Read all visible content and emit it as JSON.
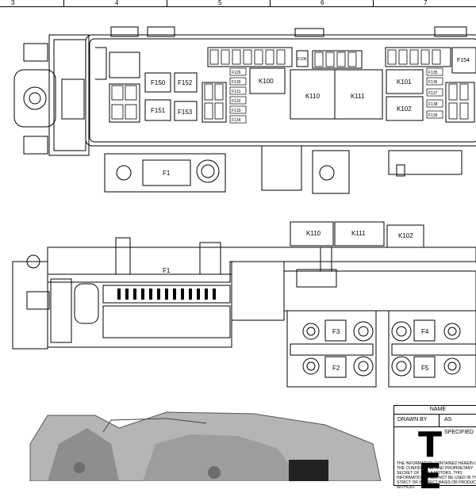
{
  "ruler": {
    "numbers": [
      "3",
      "4",
      "5",
      "6",
      "7"
    ]
  },
  "top_view": {
    "fuses_left": [
      "F150",
      "F152",
      "F151",
      "F153"
    ],
    "fuse_main": "F1",
    "relays": [
      "K100",
      "K110",
      "K111",
      "K101",
      "K102"
    ],
    "mini_fuses_a": [
      "F129",
      "F130",
      "F131",
      "F132",
      "F133",
      "F134"
    ],
    "mini_fuses_b": [
      "F135",
      "F136",
      "F137",
      "F138",
      "F139"
    ],
    "fuse_right": "F154",
    "fuse_center": "F106"
  },
  "side_view": {
    "relays": [
      "K110",
      "K111",
      "K102"
    ],
    "fuse_main": "F1",
    "fuses": [
      "F3",
      "F4",
      "F2",
      "F5"
    ]
  },
  "title_block": {
    "name_label": "NAME",
    "drawn_by_label": "DRAWN BY",
    "as_specified": "AS SPECIFIED",
    "logo_text": "T E",
    "notice": "THE INFORMATION CONTAINED HEREIN IS THE CONFIDENTIAL AND PROPRIETARY SECRET OF TESLA MOTORS. THIS INFORMATION SHALL NOT BE USED IN THE STRICT OR INDIRECT BASIS OR PRODUCTS WITHOUT"
  }
}
